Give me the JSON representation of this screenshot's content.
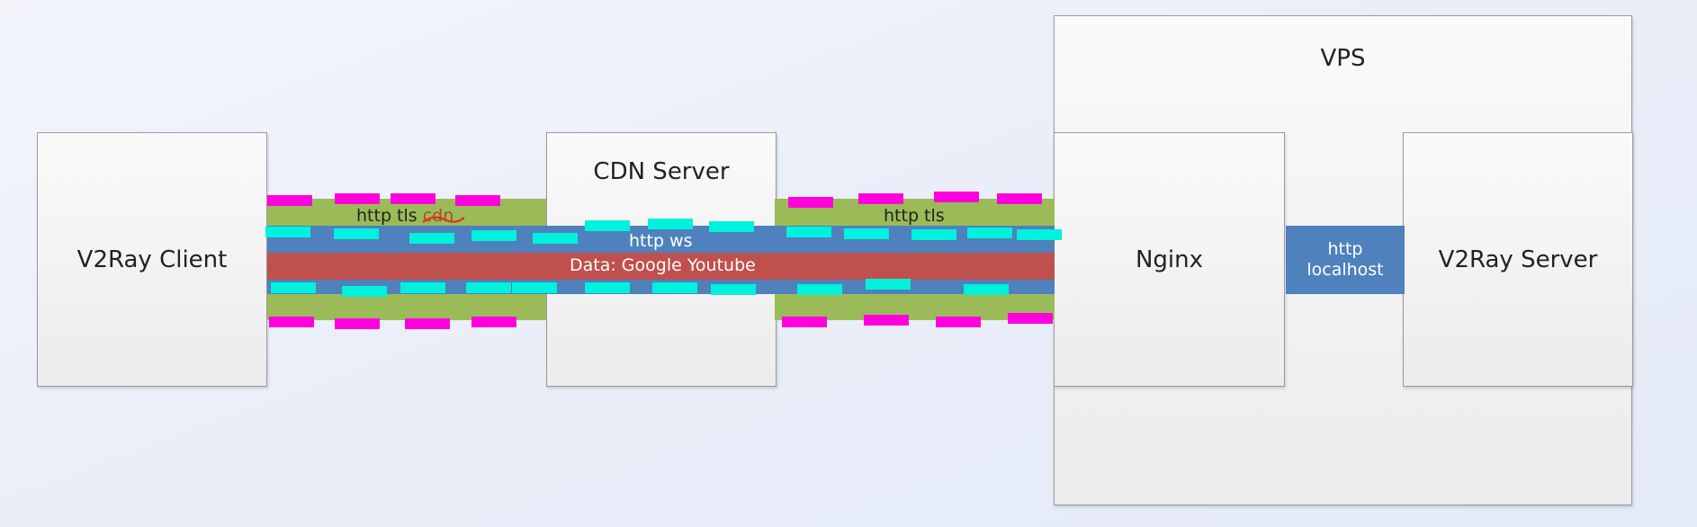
{
  "nodes": {
    "client": "V2Ray Client",
    "cdn": "CDN Server",
    "vps": "VPS",
    "nginx": "Nginx",
    "server": "V2Ray Server"
  },
  "links": {
    "tls_left_prefix": "http tls",
    "tls_left_struck": "cdn",
    "tls_right": "http tls",
    "ws": "http ws",
    "data": "Data: Google Youtube",
    "localhost": "http\nlocalhost"
  },
  "colors": {
    "tls_layer": "#9bbb59",
    "ws_layer": "#4f81bd",
    "data_layer": "#c0504d",
    "tls_dashes": "#ff00dd",
    "ws_dashes": "#00f2dc",
    "strike": "#e0301e"
  }
}
